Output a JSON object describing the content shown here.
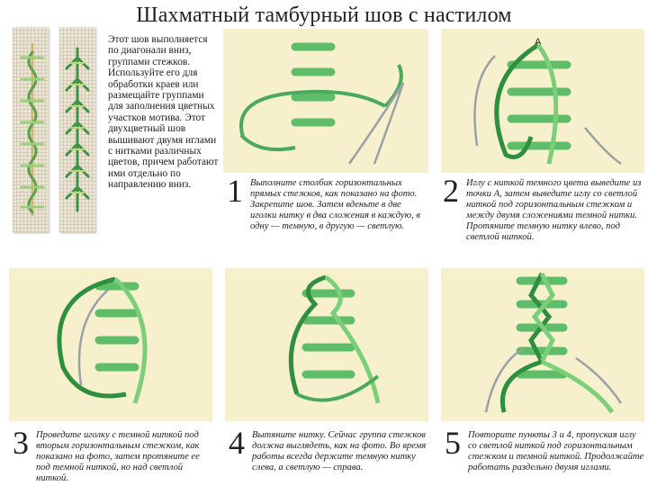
{
  "title": "Шахматный тамбурный шов с настилом",
  "intro": "Этот шов выполняется по диагонали вниз, группами стежков. Используйте его для обработки краев или размещайте группами для заполнения цветных участков мотива. Этот двухцветный шов вышивают двумя иглами с нитками различных цветов, причем работают ими отдельно по направлению вниз.",
  "steps": [
    {
      "number": "1",
      "text": "Выполните столбик горизонтальных прямых стежков, как показано на фото. Закрепите шов. Затем вденьте в две иголки нитку в два сложения в каждую, в одну — темную, в другую — светлую."
    },
    {
      "number": "2",
      "text": "Иглу с ниткой темного цвета выведите из точки А, затем выведите иглу со светлой ниткой под горизонтальным стежком и между двумя сложениями темной нитки. Протяните темную нитку влево, под светлой ниткой."
    },
    {
      "number": "3",
      "text": "Проведите иголку с темной ниткой под вторым горизонтальным стежком, как показано на фото, затем протяните ее под темной ниткой, но над светлой ниткой."
    },
    {
      "number": "4",
      "text": "Вытяните нитку. Сейчас группа стежков должна выглядеть, как на фото. Во время работы всегда держите темную нитку слева, а светлую — справа."
    },
    {
      "number": "5",
      "text": "Повторите пункты 3 и 4, пропуская иглу со светлой ниткой под горизонтальным стежком и темной ниткой. Продолжайте работать раздельно двумя иглами."
    }
  ],
  "photo_label_a": "A",
  "colors": {
    "panel_bg": "#f6f0cd",
    "thread_light": "#6cc46c",
    "thread_dark": "#2e8f3e",
    "needle": "#9aa0a6"
  }
}
